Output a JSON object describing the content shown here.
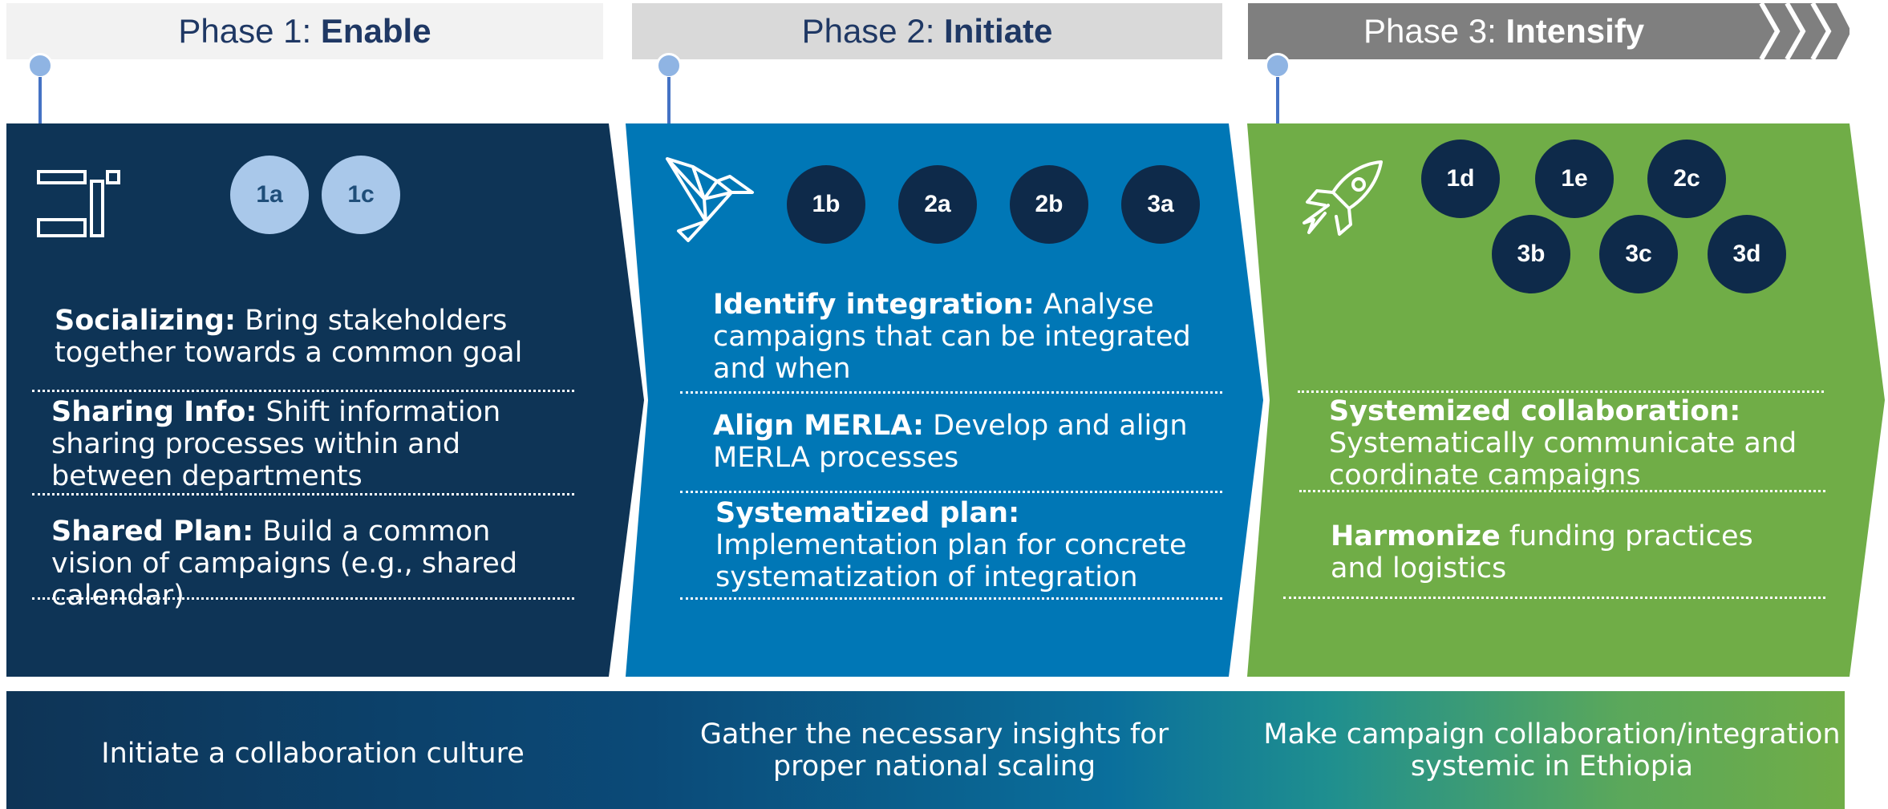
{
  "phases": [
    {
      "prefix": "Phase 1: ",
      "name": "Enable"
    },
    {
      "prefix": "Phase 2: ",
      "name": "Initiate"
    },
    {
      "prefix": "Phase 3: ",
      "name": "Intensify"
    }
  ],
  "colors": {
    "phase1": "#0e3456",
    "phase2": "#0077b6",
    "phase3": "#70ad47",
    "badge_light": "#a9c8ea",
    "badge_dark": "#0e2a4a",
    "header_text": "#1f3864"
  },
  "icons": [
    "layout-blocks-icon",
    "origami-bird-icon",
    "rocket-icon",
    "chevron-arrows-icon"
  ],
  "panel1": {
    "badges": [
      "1a",
      "1c"
    ],
    "items": [
      {
        "keyword": "Socializing:",
        "text": " Bring stakeholders together towards a common goal"
      },
      {
        "keyword": "Sharing Info:",
        "text": " Shift information sharing processes within and between departments"
      },
      {
        "keyword": "Shared Plan:",
        "text": " Build a common vision of campaigns (e.g., shared calendar)"
      }
    ]
  },
  "panel2": {
    "badges": [
      "1b",
      "2a",
      "2b",
      "3a"
    ],
    "items": [
      {
        "keyword": "Identify integration:",
        "text": " Analyse campaigns that can be integrated and when"
      },
      {
        "keyword": "Align MERLA:",
        "text": " Develop and align MERLA processes"
      },
      {
        "keyword": "Systematized plan:",
        "text": " Implementation plan for concrete systematization of integration"
      }
    ]
  },
  "panel3": {
    "badges": [
      "1d",
      "1e",
      "2c",
      "3b",
      "3c",
      "3d"
    ],
    "items": [
      {
        "keyword": "Systemized collaboration:",
        "text": " Systematically communicate and coordinate campaigns"
      },
      {
        "keyword": "Harmonize",
        "text": " funding practices and logistics"
      }
    ]
  },
  "outcomes": [
    "Initiate a collaboration culture",
    "Gather the necessary insights for proper national scaling",
    "Make campaign collaboration/integration systemic in Ethiopia"
  ]
}
